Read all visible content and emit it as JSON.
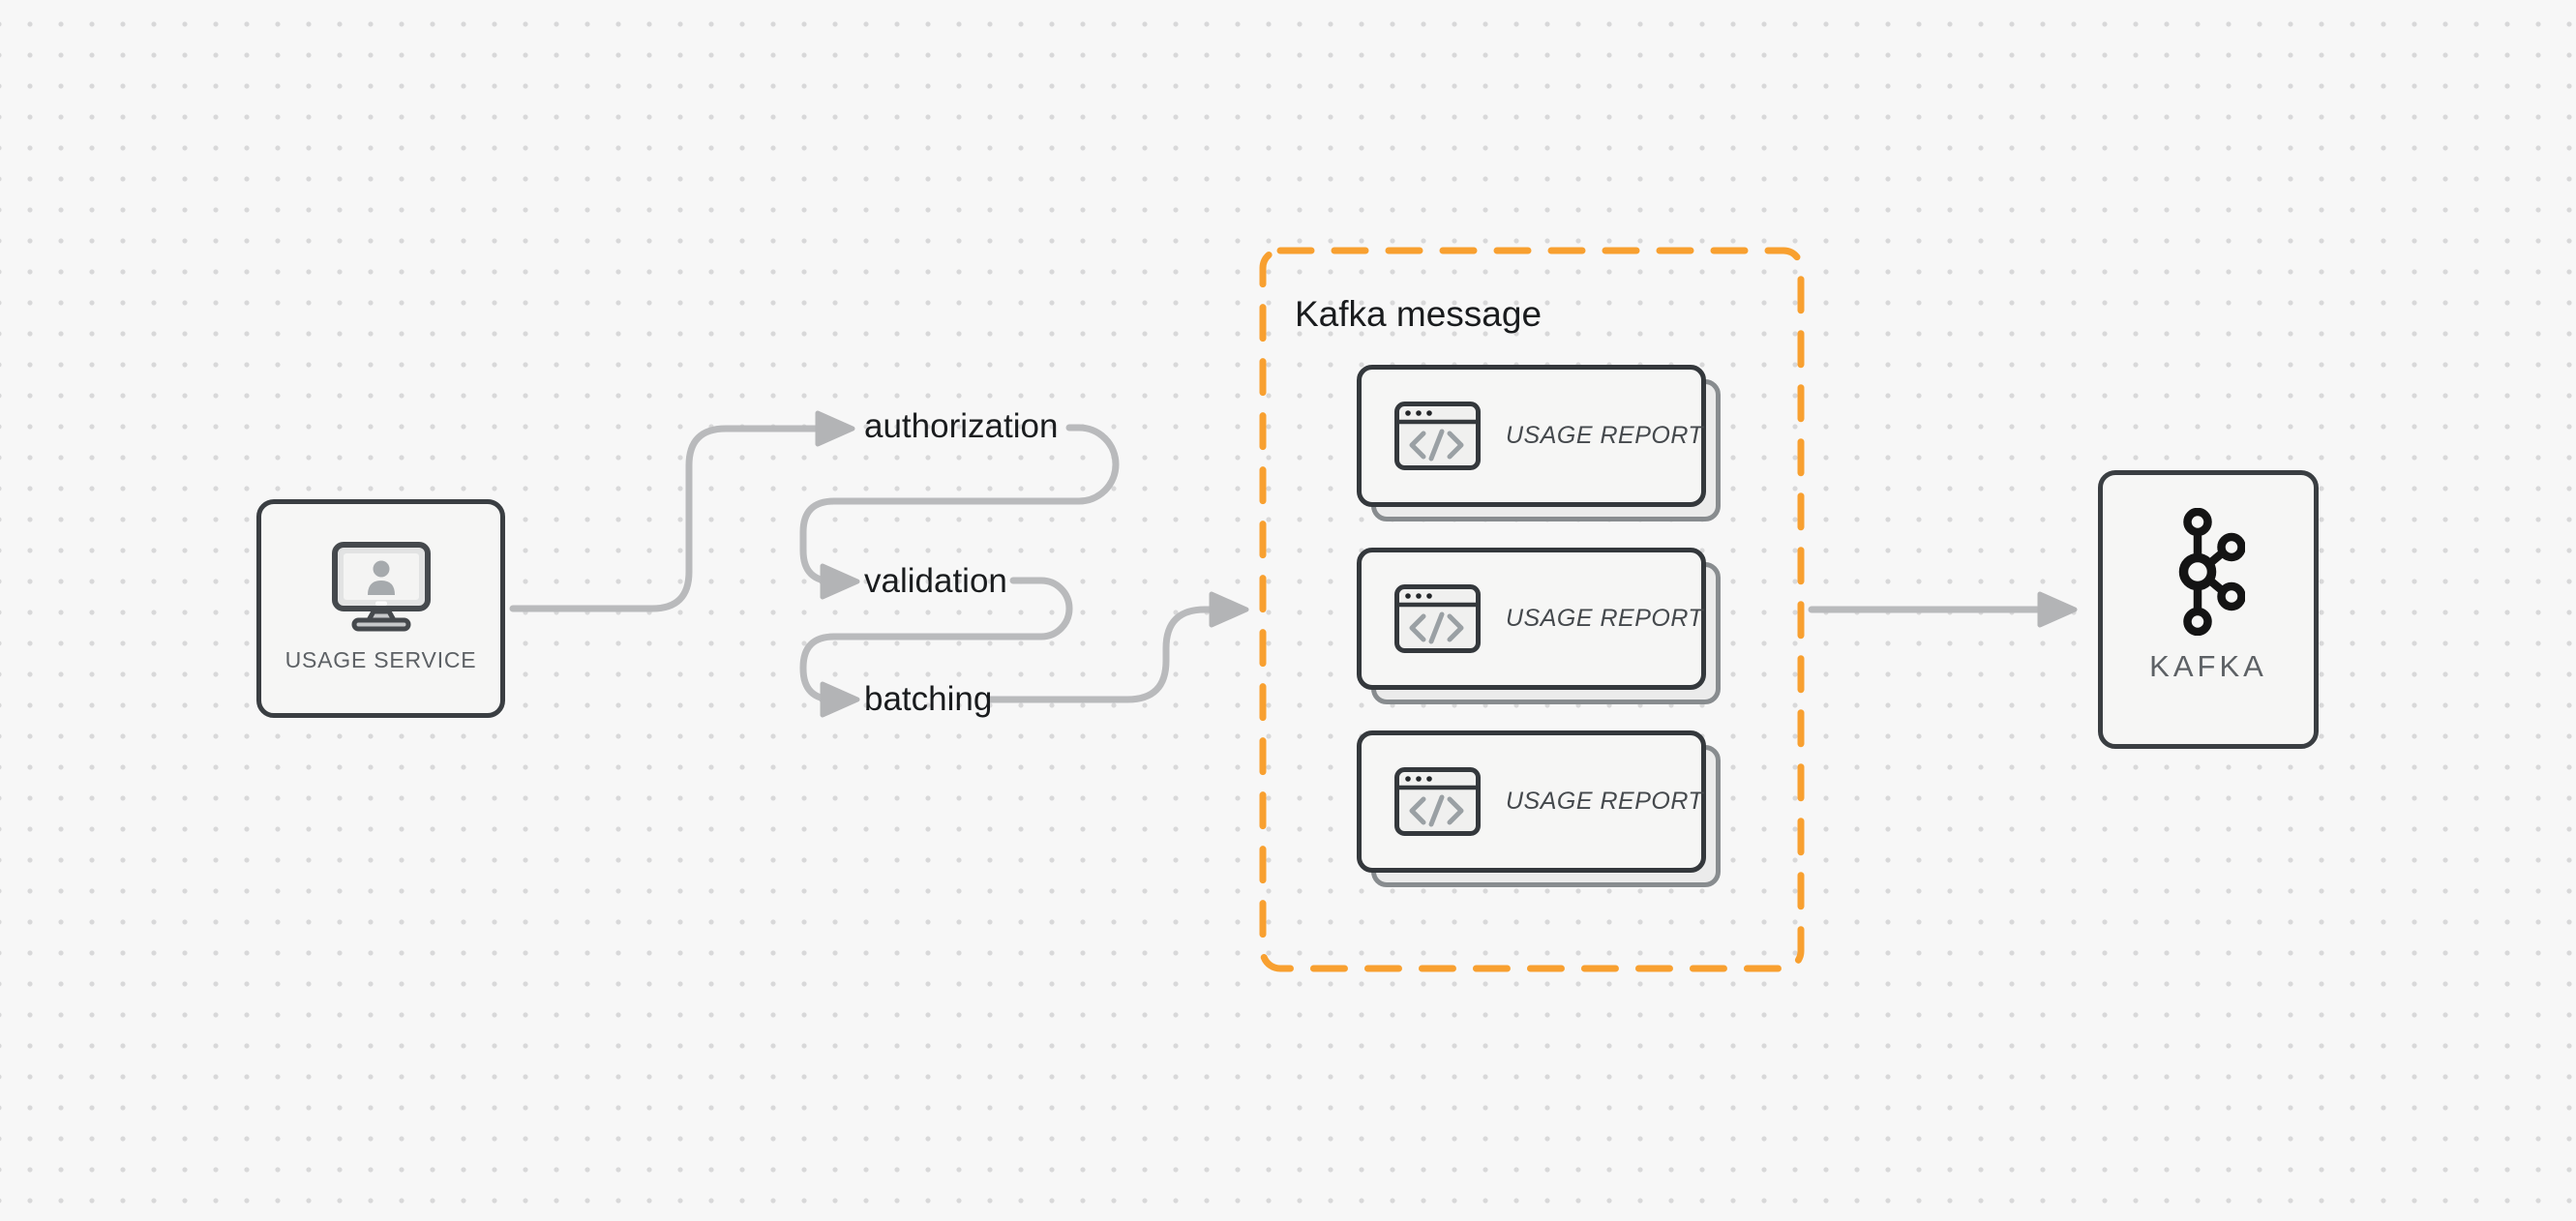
{
  "nodes": {
    "usage_service": {
      "label": "USAGE SERVICE",
      "icon": "monitor-user-icon"
    },
    "kafka": {
      "label": "KAFKA",
      "icon": "kafka-logo-icon"
    }
  },
  "flow_steps": [
    {
      "label": "authorization"
    },
    {
      "label": "validation"
    },
    {
      "label": "batching"
    }
  ],
  "kafka_message_group": {
    "title": "Kafka message",
    "cards": [
      {
        "label": "USAGE REPORT",
        "icon": "code-window-icon"
      },
      {
        "label": "USAGE REPORT",
        "icon": "code-window-icon"
      },
      {
        "label": "USAGE REPORT",
        "icon": "code-window-icon"
      }
    ]
  },
  "colors": {
    "canvas_bg": "#F7F7F7",
    "dot": "#D8D8D9",
    "connector": "#B9BABC",
    "arrowhead": "#B3B4B6",
    "group_border": "#F8A030",
    "node_border": "#3A3E42",
    "card_border": "#34383C",
    "node_fill": "#F6F6F5",
    "shadow_fill": "#EBEBEB",
    "shadow_border": "#888C8F",
    "label_text": "#1A1C1E",
    "muted_text": "#5D6165",
    "card_text": "#45494D"
  }
}
